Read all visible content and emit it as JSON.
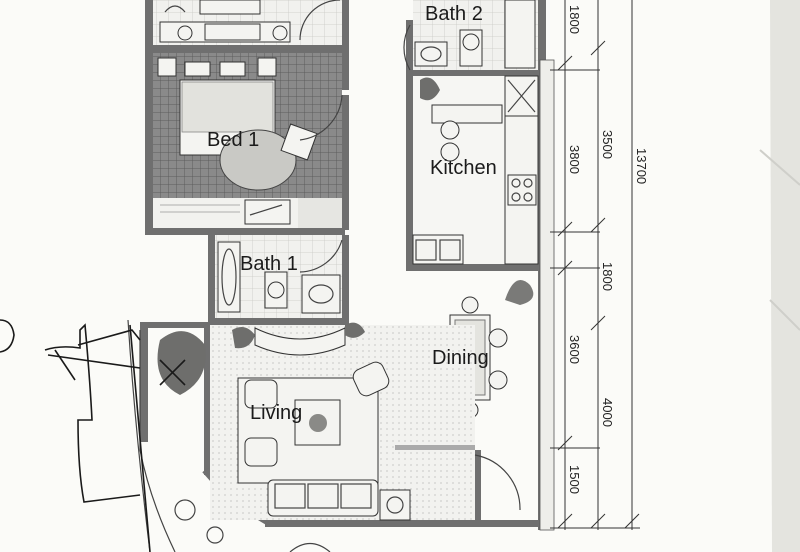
{
  "rooms": {
    "bath2": "Bath 2",
    "bed1": "Bed 1",
    "kitchen": "Kitchen",
    "bath1": "Bath 1",
    "dining": "Dining",
    "living": "Living"
  },
  "dimensions": {
    "d1800_top": "1800",
    "d3500": "3500",
    "d3800": "3800",
    "d13700": "13700",
    "d1800_mid": "1800",
    "d3600": "3600",
    "d4000": "4000",
    "d1500": "1500"
  },
  "colors": {
    "paper": "#fbfbf8",
    "wall": "#6f6f6f",
    "floor_dark": "#8a8a8a"
  }
}
